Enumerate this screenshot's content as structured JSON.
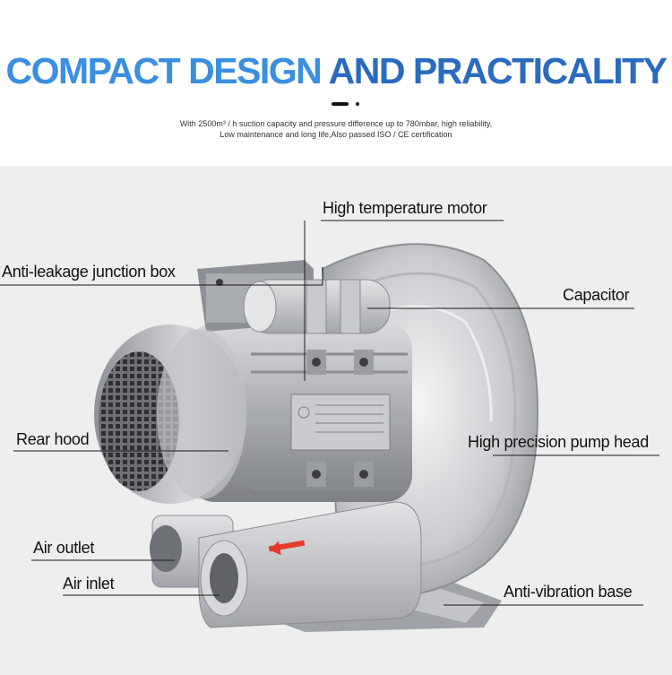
{
  "header": {
    "title_part1": "COMPACT DESIGN",
    "title_part2": "AND PRACTICALITY",
    "subtitle_line1": "With 2500m³ / h suction capacity and pressure difference up to 780mbar, high reliability,",
    "subtitle_line2": "Low maintenance and long life,Also passed ISO / CE certification"
  },
  "callouts": {
    "high_temperature_motor": "High temperature motor",
    "anti_leakage_junction_box": "Anti-leakage junction box",
    "capacitor": "Capacitor",
    "rear_hood": "Rear hood",
    "high_precision_pump_head": "High precision pump head",
    "air_outlet": "Air outlet",
    "air_inlet": "Air inlet",
    "anti_vibration_base": "Anti-vibration base"
  },
  "colors": {
    "title_light_blue": "#3a8fe0",
    "title_dark_blue": "#2a6bc0",
    "arrow_red": "#e53a2a"
  }
}
